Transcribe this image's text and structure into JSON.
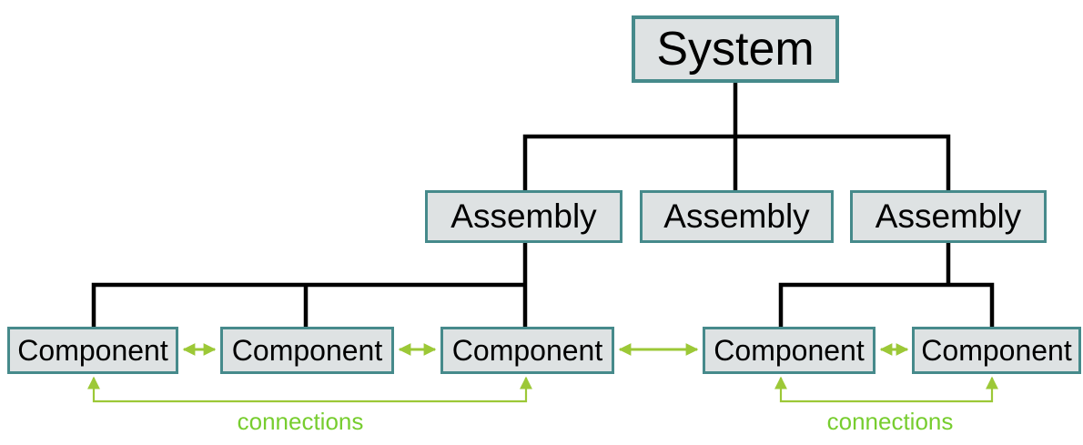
{
  "diagram": {
    "nodes": {
      "system": "System",
      "assemblies": [
        "Assembly",
        "Assembly",
        "Assembly"
      ],
      "components": [
        "Component",
        "Component",
        "Component",
        "Component",
        "Component"
      ]
    },
    "connection_labels": [
      "connections",
      "connections"
    ],
    "colors": {
      "node_fill": "#dee2e3",
      "node_border": "#468a8b",
      "hierarchy_line": "#000000",
      "connection_arrow": "#9cc837",
      "connection_label": "#77cd2f"
    }
  }
}
